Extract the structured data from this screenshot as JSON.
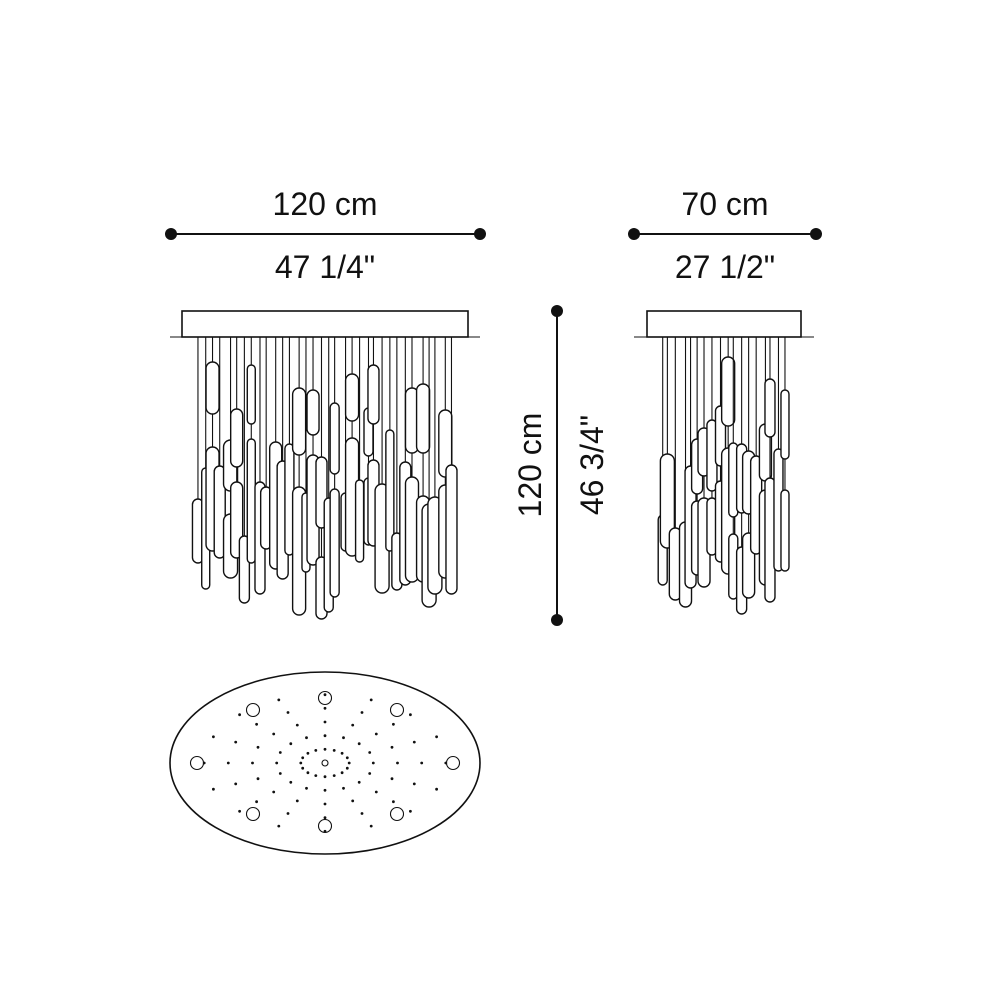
{
  "dimensions": {
    "front_width_cm": "120 cm",
    "front_width_in": "47 1/4\"",
    "side_width_cm": "70 cm",
    "side_width_in": "27 1/2\"",
    "height_cm": "120 cm",
    "height_in": "46 3/4\""
  },
  "views": [
    "front-view",
    "side-view",
    "top-view"
  ],
  "colors": {
    "line": "#111111",
    "background": "#ffffff"
  }
}
